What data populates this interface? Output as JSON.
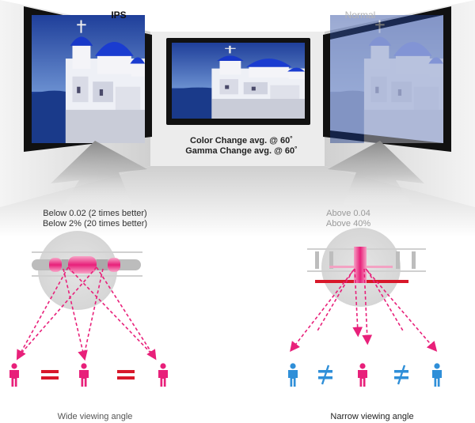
{
  "headings": {
    "ips": "IPS",
    "normal": "Normal"
  },
  "center_caption": {
    "line1": "Color Change avg. @ 60˚",
    "line2": "Gamma Change avg. @ 60˚"
  },
  "ips_specs": {
    "line1": "Below 0.02 (2 times better)",
    "line2": "Below 2% (20 times better)"
  },
  "normal_specs": {
    "line1": "Above 0.04",
    "line2": "Above 40%"
  },
  "captions": {
    "wide": "Wide viewing angle",
    "narrow": "Narrow viewing angle"
  },
  "colors": {
    "pink": "#e8207a",
    "blue": "#2f8fd8",
    "red_bar": "#d8182a",
    "screen_bezel": "#111111"
  },
  "icons": {
    "left_figures": [
      "person-icon-pink",
      "person-icon-pink",
      "person-icon-pink"
    ],
    "right_figures": [
      "person-icon-blue",
      "person-icon-pink",
      "person-icon-blue"
    ],
    "left_signs": [
      "equal-sign-icon",
      "equal-sign-icon"
    ],
    "right_signs": [
      "not-equal-sign-icon",
      "not-equal-sign-icon"
    ]
  }
}
